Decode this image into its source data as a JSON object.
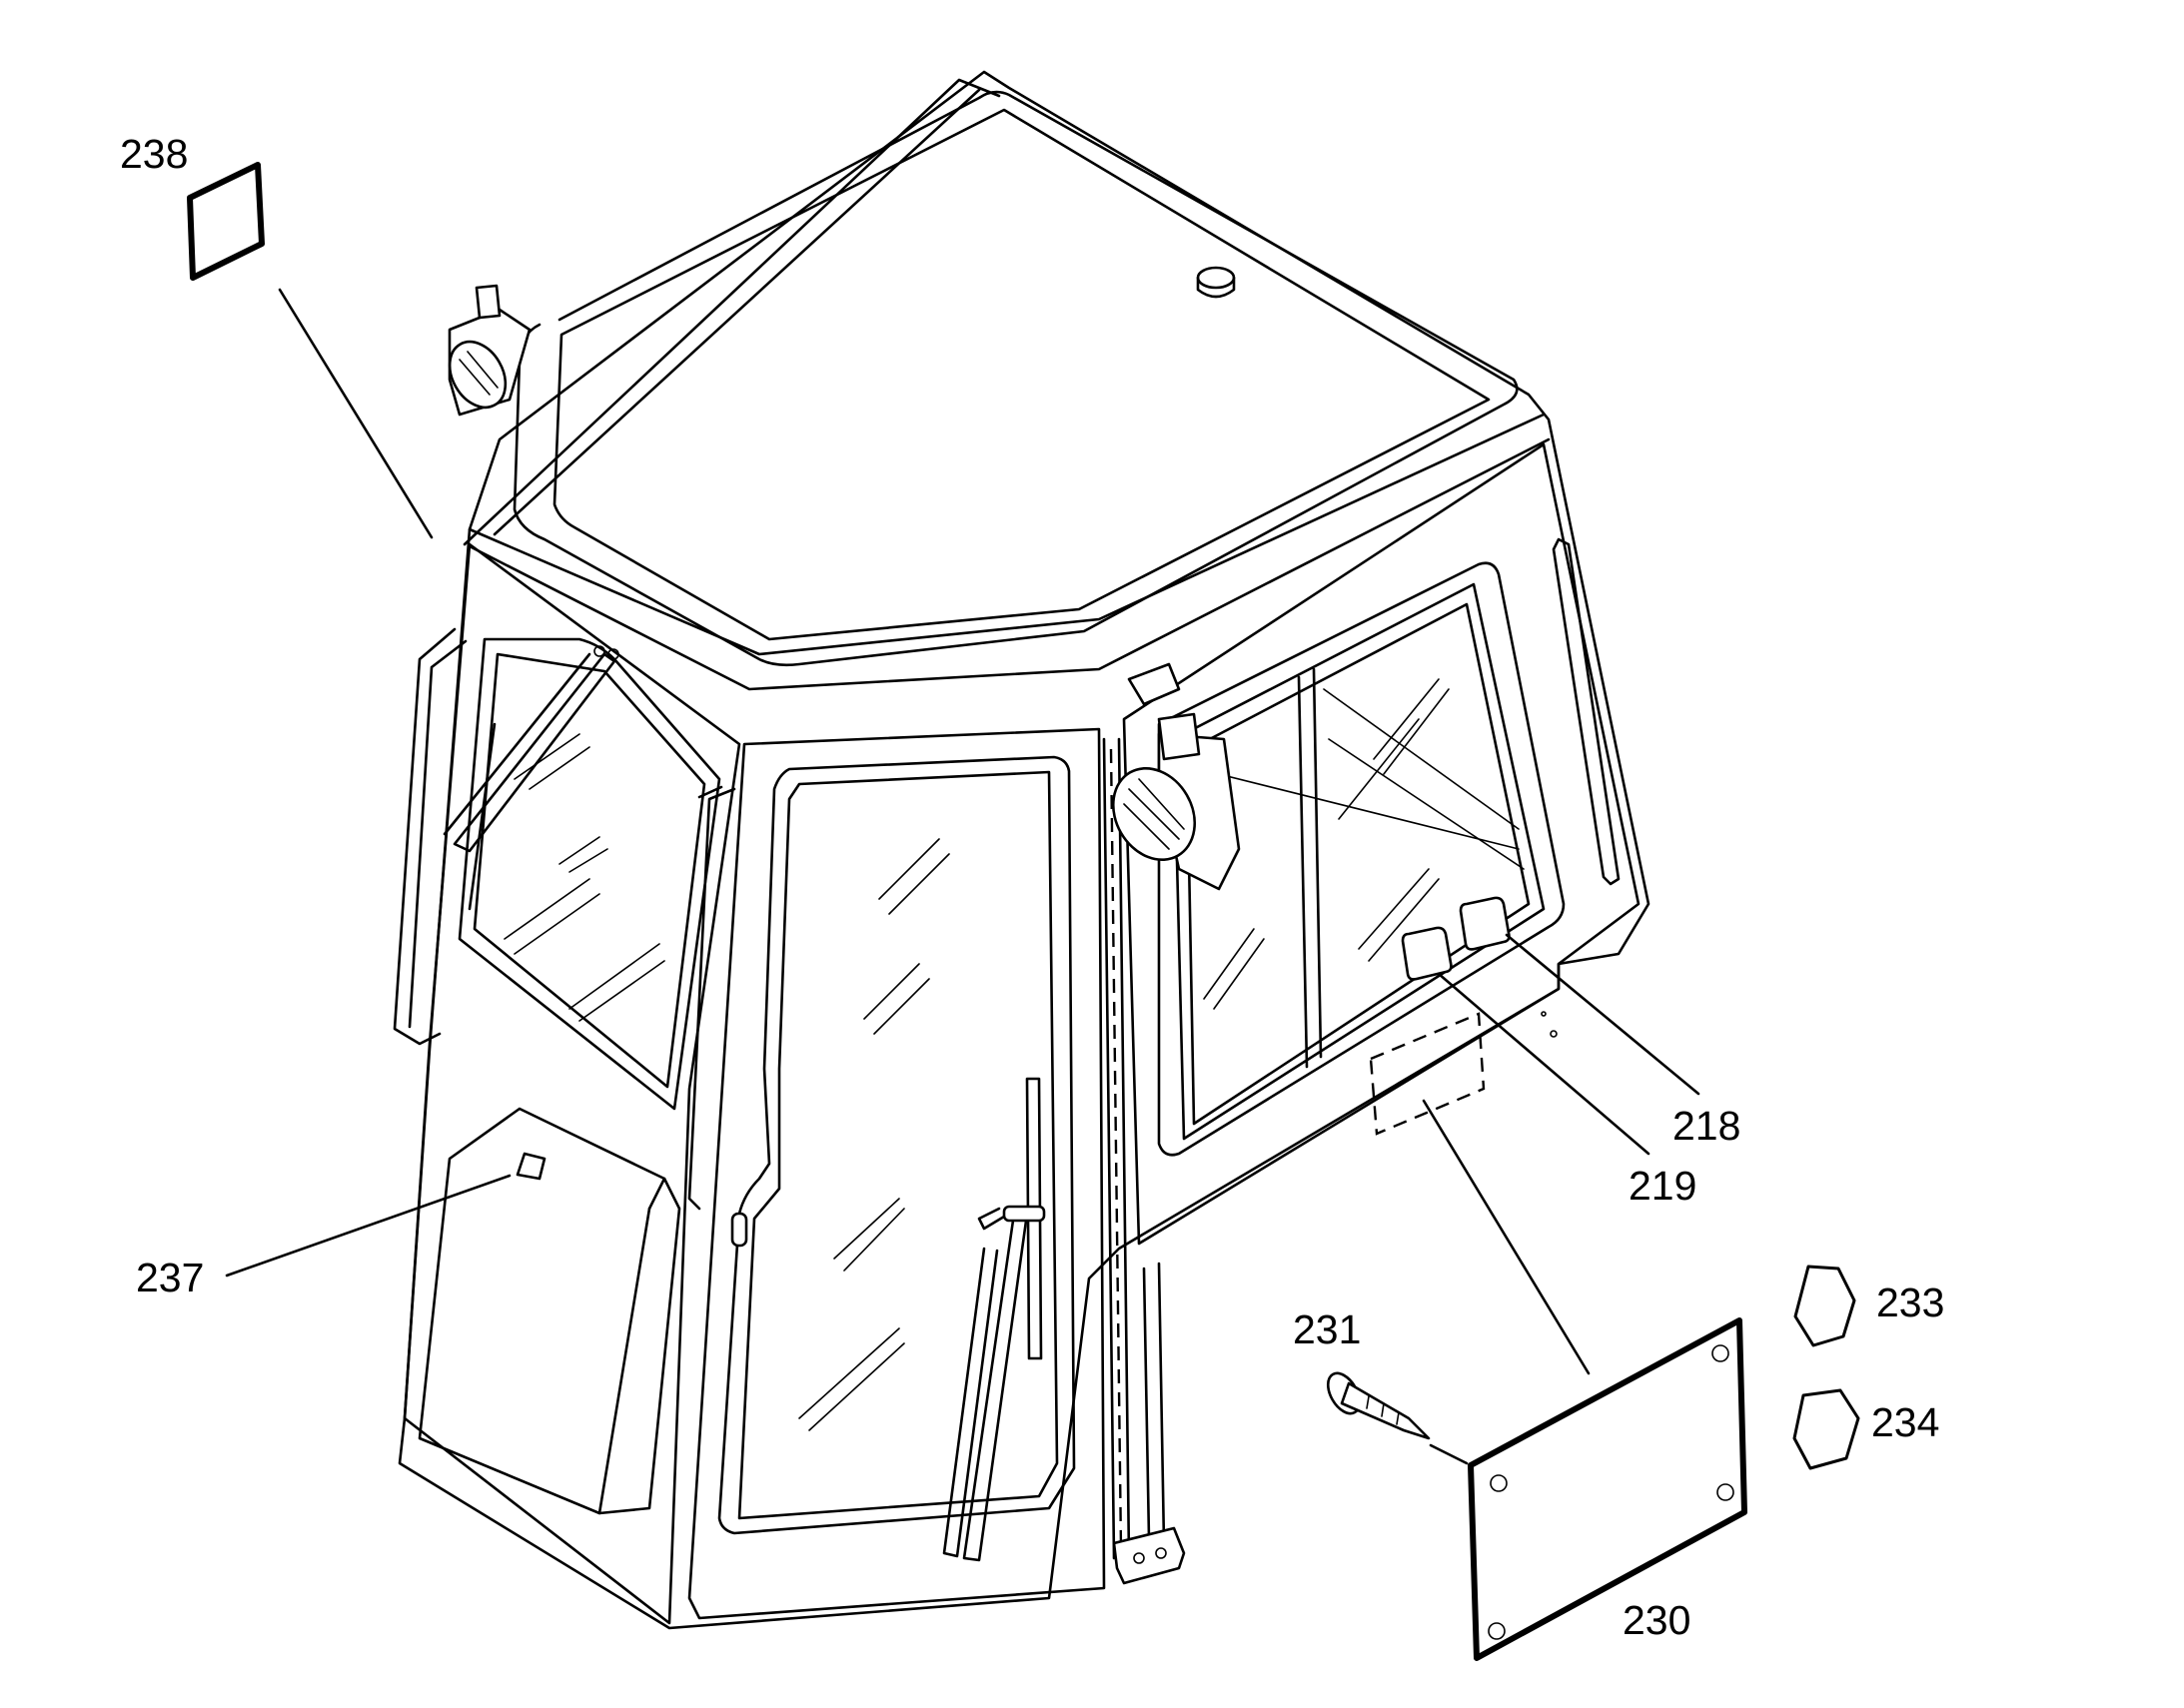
{
  "callouts": {
    "p238": "238",
    "p237": "237",
    "p218": "218",
    "p219": "219",
    "p231": "231",
    "p233": "233",
    "p234": "234",
    "p230": "230"
  }
}
